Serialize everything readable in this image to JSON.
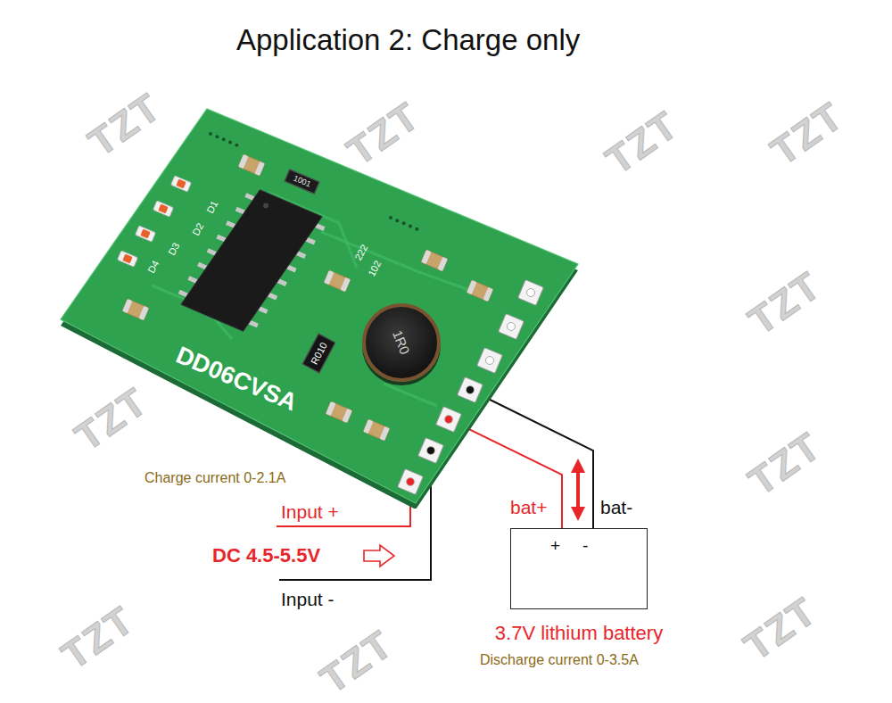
{
  "diagram": {
    "title": "Application 2: Charge only",
    "nodes": [
      {
        "text": [
          "D1",
          "D2",
          "D3",
          "D4",
          "222",
          "102",
          "DD06CVSA"
        ]
      },
      {
        "text": [
          "1001"
        ],
        "in": 0
      },
      {
        "text": [
          "1R0"
        ],
        "in": 0
      },
      {
        "text": [
          "R010"
        ],
        "in": 0
      },
      {
        "text": [
          "+",
          "-",
          "3.7V lithium battery"
        ]
      }
    ],
    "edges": [
      {
        "from": 0,
        "to": 4,
        "label": "bat+",
        "arrow": "none"
      },
      {
        "from": 0,
        "to": 4,
        "label": "bat-",
        "arrow": "none"
      }
    ],
    "labels": [
      "Charge current 0-2.1A",
      "Input +",
      "DC 4.5-5.5V",
      "Input -",
      "Discharge current 0-3.5A",
      "TZT",
      "TZT",
      "TZT",
      "TZT",
      "TZT",
      "TZT",
      "TZT",
      "TZT",
      "TZT",
      "TZT"
    ]
  }
}
